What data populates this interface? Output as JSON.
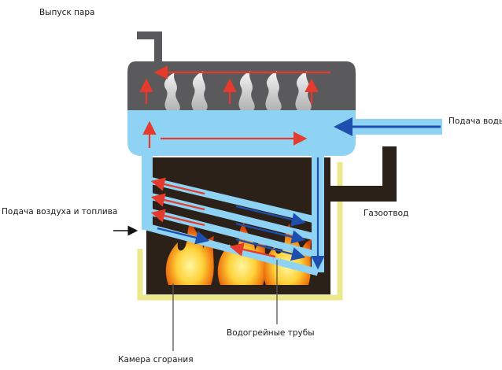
{
  "labels": {
    "steam_outlet": "Выпуск пара",
    "water_inlet": "Подача воды",
    "air_fuel_inlet": "Подача воздуха и топлива",
    "flue": "Газоотвод",
    "water_tubes": "Водогрейные трубы",
    "combustion_chamber": "Камера сгорания"
  },
  "colors": {
    "steam_drum": "#5a5a5c",
    "water": "#8fd3f4",
    "firebox": "#2b2119",
    "casing": "#ece98c",
    "hot_arrow": "#e53a2c",
    "cold_arrow": "#1f4fae",
    "flue_pipe": "#2b2119"
  }
}
